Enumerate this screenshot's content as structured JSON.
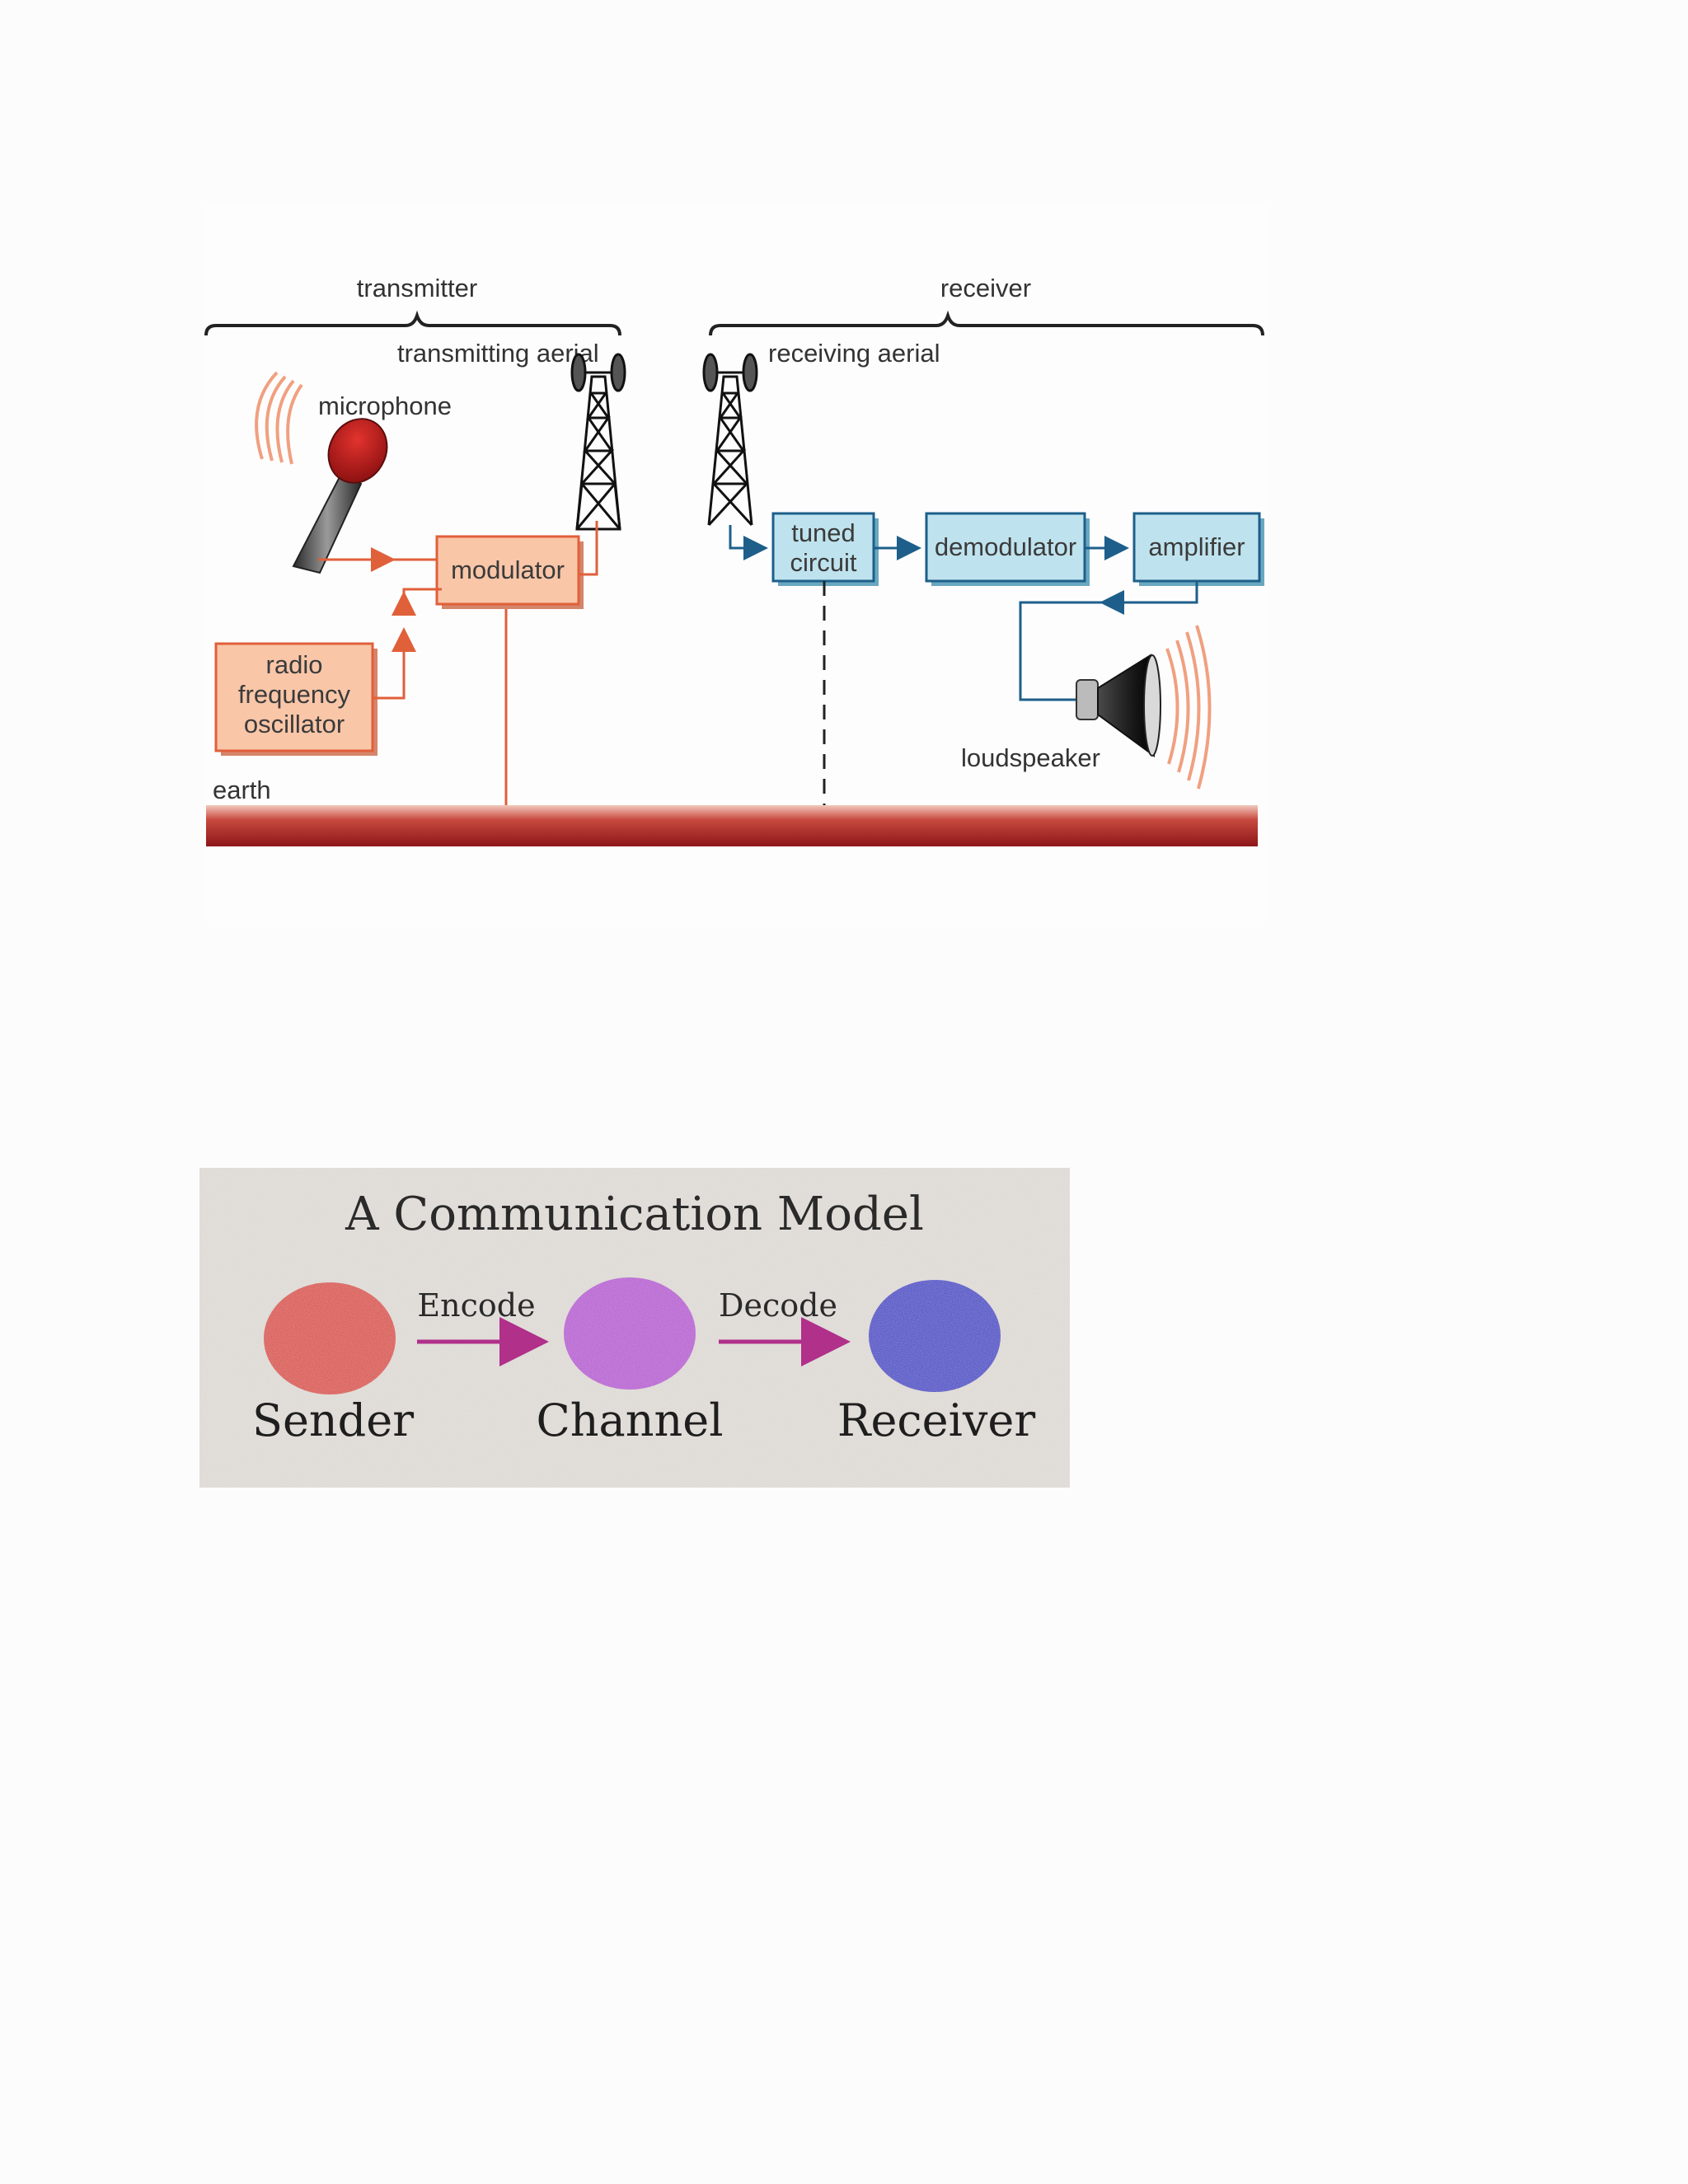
{
  "radio_diagram": {
    "sections": {
      "transmitter": "transmitter",
      "receiver": "receiver"
    },
    "labels": {
      "transmitting_aerial": "transmitting aerial",
      "receiving_aerial": "receiving aerial",
      "microphone": "microphone",
      "earth": "earth",
      "loudspeaker": "loudspeaker"
    },
    "boxes": {
      "modulator": "modulator",
      "oscillator": [
        "radio",
        "frequency",
        "oscillator"
      ],
      "tuned_circuit": [
        "tuned",
        "circuit"
      ],
      "demodulator": "demodulator",
      "amplifier": "amplifier"
    },
    "colors": {
      "transmitter_box_fill": "#f9c6a8",
      "transmitter_line": "#e0603a",
      "receiver_box_fill": "#bfe3ee",
      "receiver_line": "#1d5f8a",
      "earth": "#a8262a"
    }
  },
  "comm_model": {
    "title": "A Communication Model",
    "nodes": [
      {
        "label": "Sender",
        "color": "#d83a2e"
      },
      {
        "label": "Channel",
        "color": "#b44ad0"
      },
      {
        "label": "Receiver",
        "color": "#2e2fc4"
      }
    ],
    "arrows": [
      {
        "label": "Encode"
      },
      {
        "label": "Decode"
      }
    ],
    "arrow_color": "#b0308a",
    "background": "#e7e3df"
  }
}
